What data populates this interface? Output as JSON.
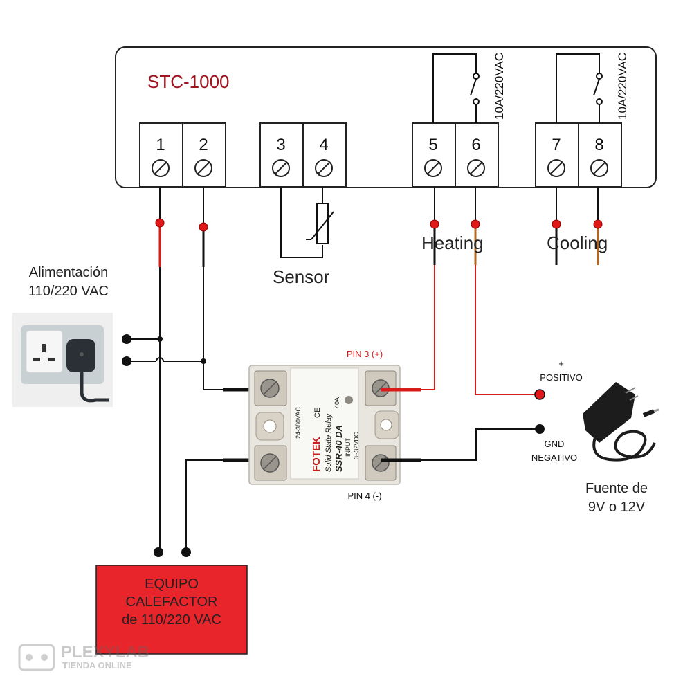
{
  "controller": {
    "model": "STC-1000",
    "terminals": [
      "1",
      "2",
      "3",
      "4",
      "5",
      "6",
      "7",
      "8"
    ],
    "relay_rating": "10A/220VAC",
    "labels": {
      "heating": "Heating",
      "cooling": "Cooling",
      "sensor": "Sensor"
    }
  },
  "power": {
    "line1": "Alimentación",
    "line2": "110/220 VAC"
  },
  "relay": {
    "brand": "FOTEK",
    "type": "Solid State Relay",
    "model": "SSR-40 DA",
    "current": "40A",
    "output_range": "24-380VAC",
    "input_range": "3~32VDC",
    "input_label": "INPUT",
    "pin3": "PIN 3 (+)",
    "pin4": "PIN 4 (-)"
  },
  "supply": {
    "plus": "+",
    "positive": "POSITIVO",
    "gnd": "GND",
    "negative": "NEGATIVO",
    "line1": "Fuente de",
    "line2": "9V o 12V"
  },
  "heater": {
    "line1": "EQUIPO",
    "line2": "CALEFACTOR",
    "line3": "de 110/220 VAC"
  },
  "watermark": {
    "brand": "PLEXYLAB",
    "sub": "TIENDA ONLINE"
  },
  "colors": {
    "title": "#a0141e",
    "heater_box": "#e8252b",
    "wire_red": "#d81c1c",
    "wire_brown": "#b8651a"
  }
}
